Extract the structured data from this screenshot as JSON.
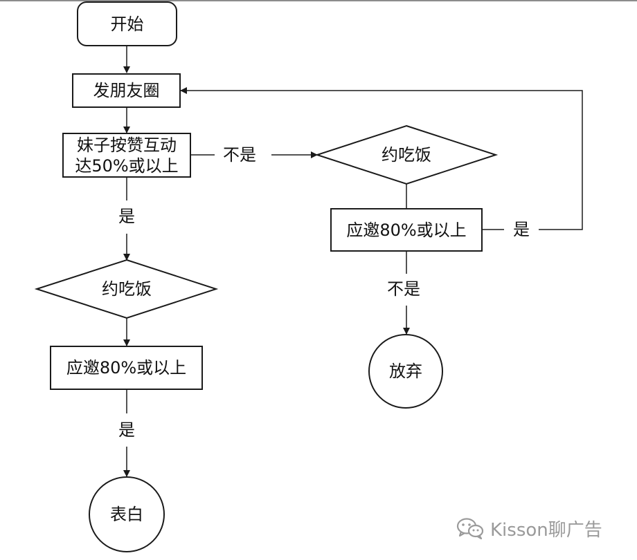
{
  "flowchart": {
    "start": "开始",
    "post_moments": "发朋友圈",
    "interaction_check": [
      "妹子按赞互动",
      "达50%或以上"
    ],
    "left_branch": {
      "yes_label": "是",
      "invite_diamond": "约吃饭",
      "accept_box": "应邀80%或以上",
      "yes_label_2": "是",
      "end": "表白"
    },
    "right_branch": {
      "no_label": "不是",
      "invite_diamond": "约吃饭",
      "accept_box": "应邀80%或以上",
      "yes_label": "是",
      "no_label_2": "不是",
      "end": "放弃"
    }
  },
  "watermark": {
    "text": "Kisson聊广告",
    "icon": "wechat-icon"
  },
  "colors": {
    "line": "#1a1a1a",
    "watermark": "#9a9a9a"
  }
}
